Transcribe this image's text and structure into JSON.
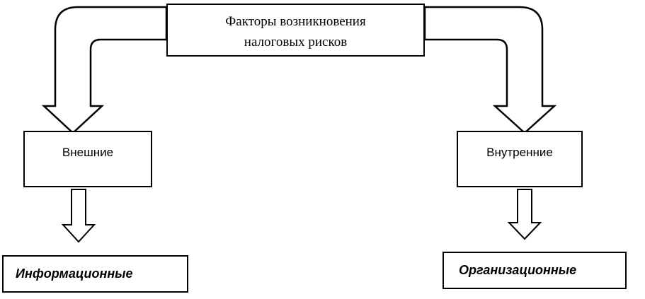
{
  "diagram": {
    "title_box": {
      "line1": "Факторы возникновения",
      "line2": "налоговых рисков"
    },
    "external_box": {
      "label": "Внешние"
    },
    "internal_box": {
      "label": "Внутренние"
    },
    "informational_box": {
      "label": "Информационные"
    },
    "organizational_box": {
      "label": "Организационные"
    }
  },
  "connectors": {
    "left_bent_arrow": "bent-block-arrow-down-to-external",
    "right_bent_arrow": "bent-block-arrow-down-to-internal",
    "left_down_arrow": "block-arrow-down-to-informational",
    "right_down_arrow": "block-arrow-down-to-organizational"
  },
  "colors": {
    "line": "#000000",
    "fill": "#ffffff",
    "text": "#000000",
    "background": "#ffffff"
  }
}
